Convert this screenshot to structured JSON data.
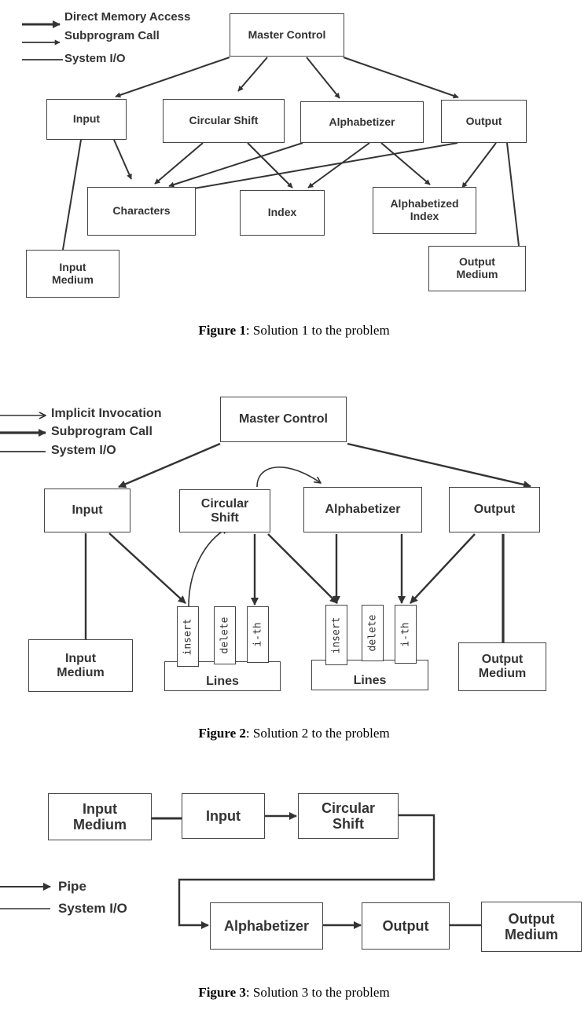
{
  "figure1": {
    "legend": [
      "Direct Memory Access",
      "Subprogram Call",
      "System I/O"
    ],
    "boxes": {
      "master": "Master Control",
      "input": "Input",
      "circular": "Circular Shift",
      "alphabetizer": "Alphabetizer",
      "output": "Output",
      "characters": "Characters",
      "index": "Index",
      "alpha_index_1": "Alphabetized",
      "alpha_index_2": "Index",
      "input_medium_1": "Input",
      "input_medium_2": "Medium",
      "output_medium_1": "Output",
      "output_medium_2": "Medium"
    },
    "caption_label": "Figure 1",
    "caption_text": ": Solution 1 to the problem"
  },
  "figure2": {
    "legend": [
      "Implicit Invocation",
      "Subprogram Call",
      "System I/O"
    ],
    "boxes": {
      "master": "Master Control",
      "input": "Input",
      "circular_1": "Circular",
      "circular_2": "Shift",
      "alphabetizer": "Alphabetizer",
      "output": "Output",
      "input_medium_1": "Input",
      "input_medium_2": "Medium",
      "output_medium_1": "Output",
      "output_medium_2": "Medium"
    },
    "lines_modules": [
      {
        "label": "Lines",
        "ops": [
          "insert",
          "delete",
          "i-th"
        ]
      },
      {
        "label": "Lines",
        "ops": [
          "insert",
          "delete",
          "i-th"
        ]
      }
    ],
    "caption_label": "Figure 2",
    "caption_text": ": Solution 2 to the problem"
  },
  "figure3": {
    "legend": [
      "Pipe",
      "System I/O"
    ],
    "boxes": {
      "input_medium_1": "Input",
      "input_medium_2": "Medium",
      "input": "Input",
      "circular_1": "Circular",
      "circular_2": "Shift",
      "alphabetizer": "Alphabetizer",
      "output": "Output",
      "output_medium_1": "Output",
      "output_medium_2": "Medium"
    },
    "caption_label": "Figure 3",
    "caption_text": ": Solution 3 to the problem"
  }
}
